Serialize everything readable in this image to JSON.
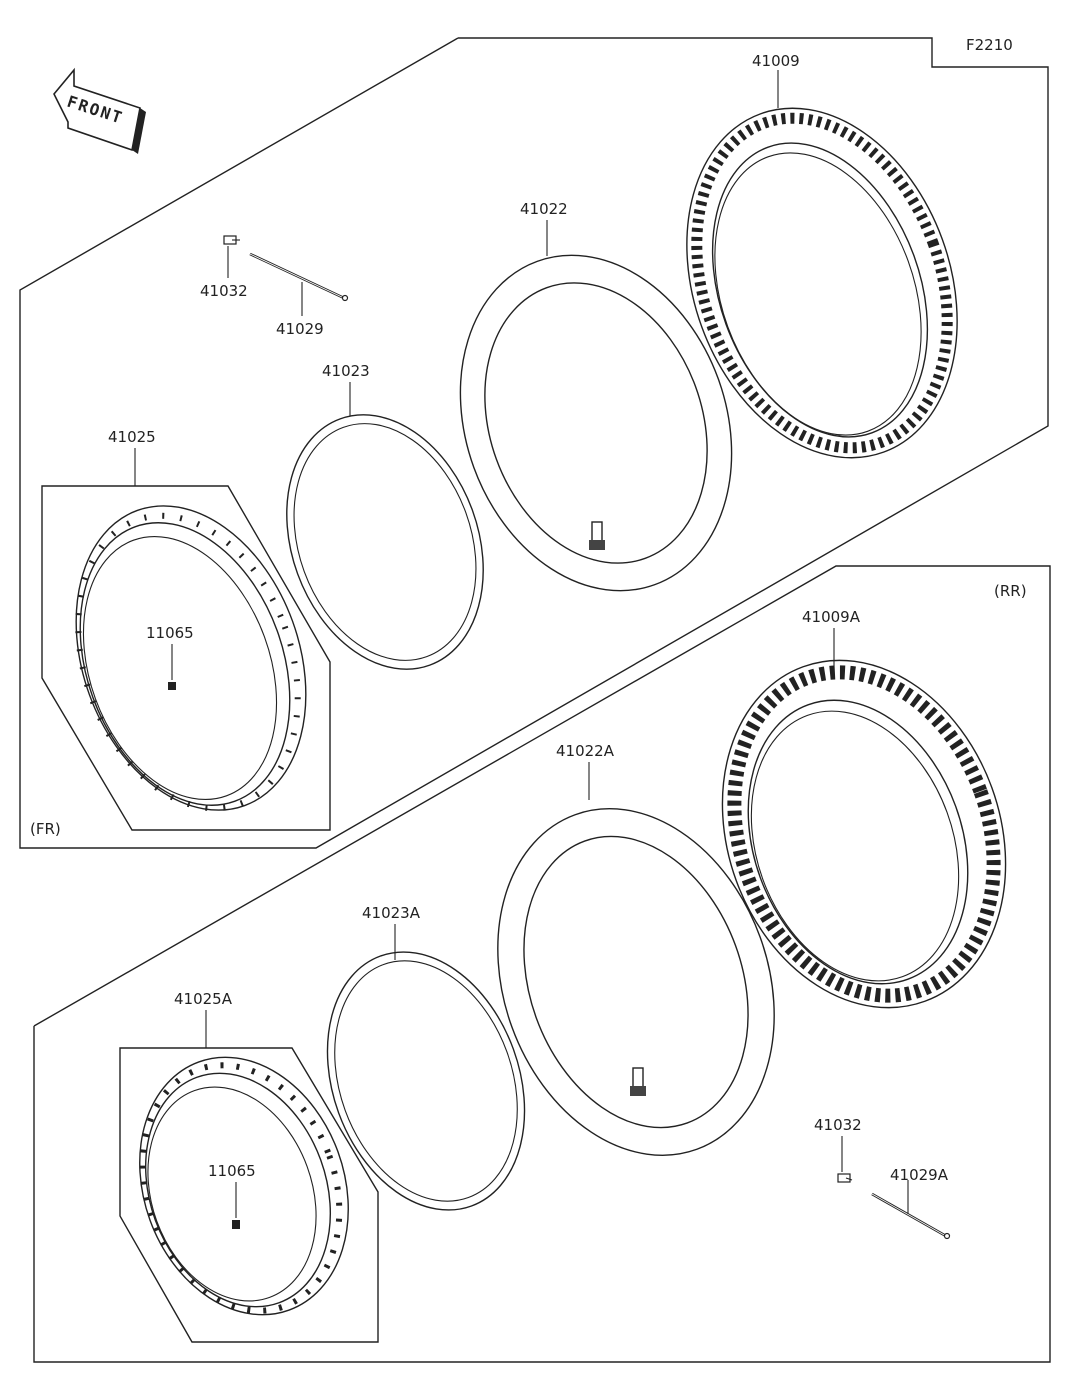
{
  "figure_code": "F2210",
  "front_arrow_text": "FRONT",
  "front_section": {
    "tag": "(FR)",
    "parts": {
      "tire": "41009",
      "tube": "41022",
      "band": "41023",
      "rim": "41025",
      "nipple": "41032",
      "spoke": "41029",
      "valve_nut": "11065"
    }
  },
  "rear_section": {
    "tag": "(RR)",
    "parts": {
      "tire": "41009A",
      "tube": "41022A",
      "band": "41023A",
      "rim": "41025A",
      "nipple": "41032",
      "spoke": "41029A",
      "valve_nut": "11065"
    }
  }
}
